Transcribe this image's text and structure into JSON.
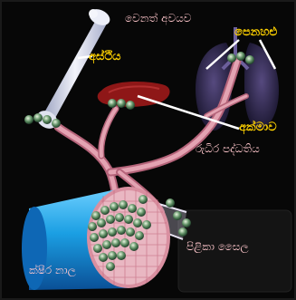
{
  "labels": {
    "other_organs": "වෙනත් අවයව",
    "lungs": "පෙනහළු",
    "bone": "අස්ථිය",
    "liver": "අක්මාව",
    "blood_system": "රුධිර පද්ධතිය",
    "lymph_node": "පිළිකා සෛල",
    "lymph_vessel": "ක්ෂීර නාල"
  },
  "colors": {
    "background": "#050505",
    "highlight_label": "#ffd200",
    "plain_label": "#ffc7cc",
    "vessel": "#d98fa0",
    "bone": "#e4e6f2",
    "liver": "#9a1c1c",
    "lymph_vessel": "#1aa6e6"
  }
}
